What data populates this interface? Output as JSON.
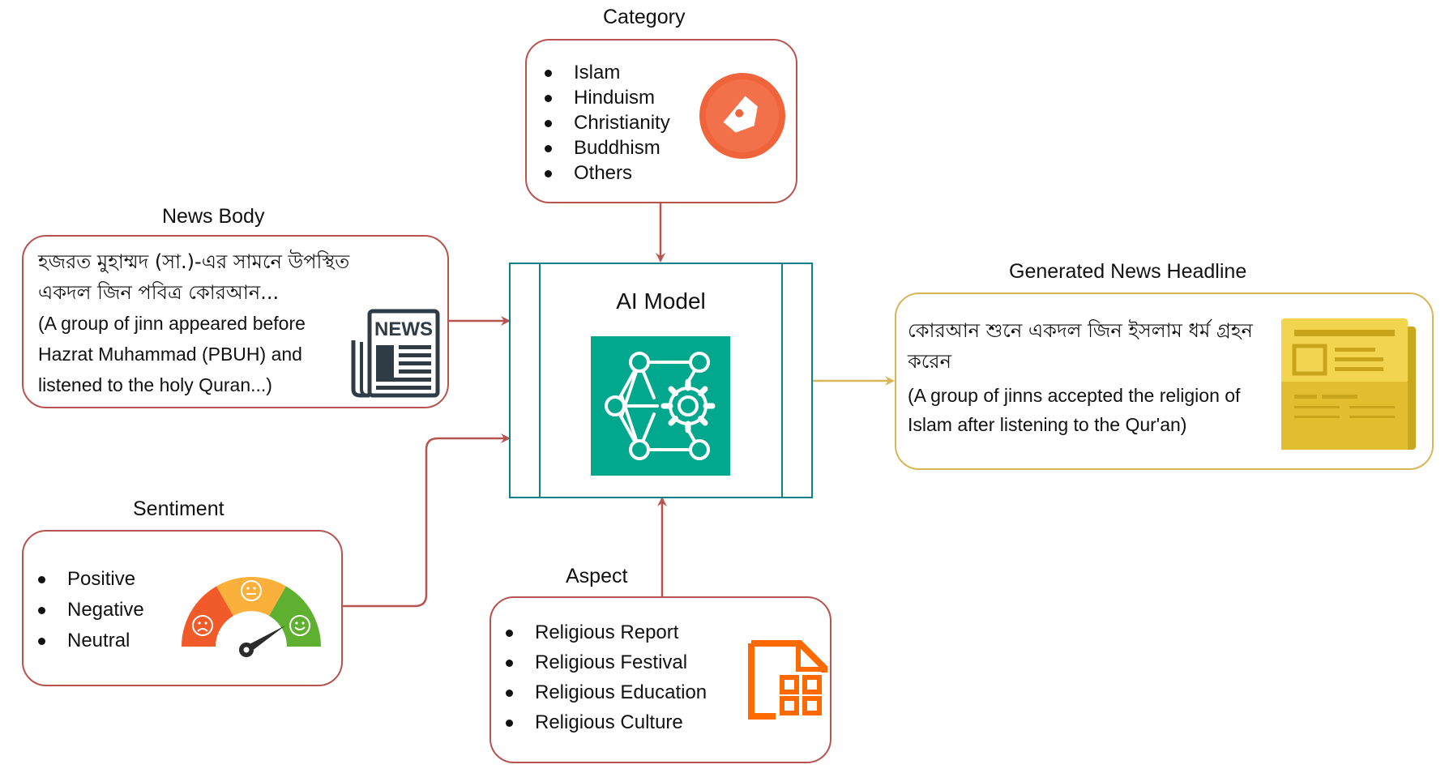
{
  "category": {
    "title": "Category",
    "items": [
      "Islam",
      "Hinduism",
      "Christianity",
      "Buddhism",
      "Others"
    ],
    "icon": "tag-icon"
  },
  "news_body": {
    "title": "News Body",
    "bangla": "হজরত মুহাম্মদ (সা.)-এর সামনে উপস্থিত একদল জিন পবিত্র কোরআন...",
    "english_line1": "(A group of jinn appeared before",
    "english_line2": "Hazrat Muhammad (PBUH) and",
    "english_line3": "listened to the holy Quran...)",
    "icon": "newspaper-icon",
    "icon_text": "NEWS"
  },
  "sentiment": {
    "title": "Sentiment",
    "items": [
      "Positive",
      "Negative",
      "Neutral"
    ],
    "icon": "sentiment-gauge-icon"
  },
  "aspect": {
    "title": "Aspect",
    "items": [
      "Religious Report",
      "Religious Festival",
      "Religious Education",
      "Religious Culture"
    ],
    "icon": "grid-document-icon"
  },
  "model": {
    "title": "AI Model",
    "icon": "neural-network-gear-icon"
  },
  "headline": {
    "title": "Generated News Headline",
    "bangla": "কোরআন শুনে একদল জিন ইসলাম ধর্ম গ্রহন করেন",
    "english_line1": "(A group of jinns accepted the religion of",
    "english_line2": "Islam after listening to the Qur'an)",
    "icon": "newspaper-card-icon"
  },
  "colors": {
    "input_border": "#b85450",
    "output_border": "#d6b656",
    "model_border": "#0e8088",
    "model_icon_bg": "#01a88d",
    "tag_orange": "#f0643c",
    "aspect_orange": "#ff6a00"
  }
}
